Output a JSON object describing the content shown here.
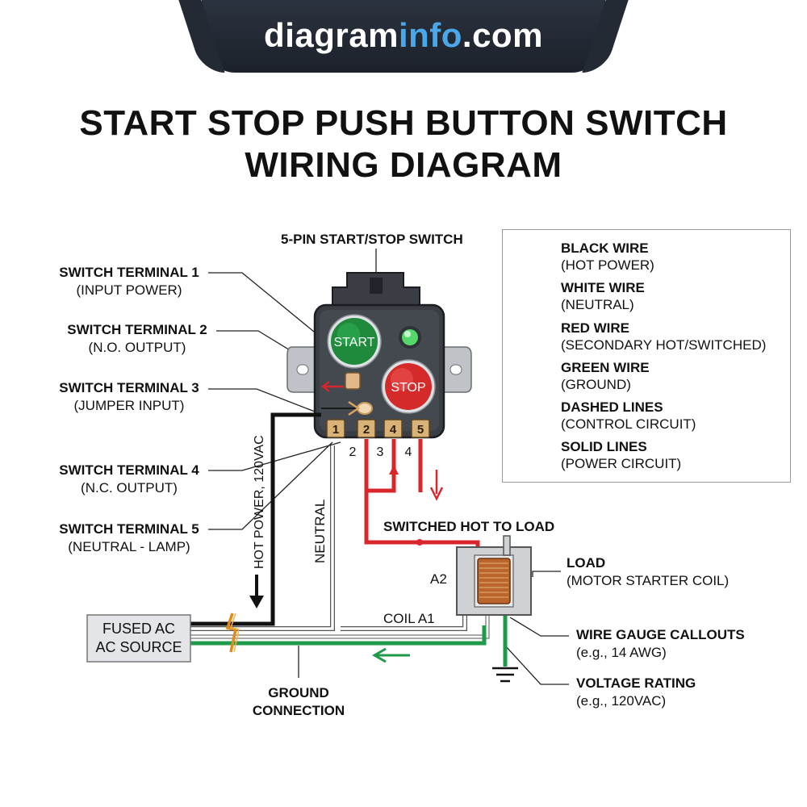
{
  "brand": {
    "part1": "diagram",
    "part2": "info",
    "part3": ".com"
  },
  "title": {
    "line1": "START STOP PUSH BUTTON SWITCH",
    "line2": "WIRING DIAGRAM"
  },
  "switch_label": "5-PIN START/STOP SWITCH",
  "buttons": {
    "start": "START",
    "stop": "STOP"
  },
  "pins": [
    "1",
    "2",
    "4",
    "5"
  ],
  "pin_subnumbers": [
    "2",
    "3",
    "4"
  ],
  "callouts": {
    "t1": {
      "title": "SWITCH TERMINAL 1",
      "sub": "(INPUT POWER)"
    },
    "t2": {
      "title": "SWITCH TERMINAL 2",
      "sub": "(N.O. OUTPUT)"
    },
    "t3": {
      "title": "SWITCH TERMINAL 3",
      "sub": "(JUMPER INPUT)"
    },
    "t4": {
      "title": "SWITCH TERMINAL 4",
      "sub": "(N.C. OUTPUT)"
    },
    "t5": {
      "title": "SWITCH TERMINAL 5",
      "sub": "(NEUTRAL - LAMP)"
    }
  },
  "wire_labels": {
    "hot_power": "HOT POWER, 120VAC",
    "neutral": "NEUTRAL",
    "switched_hot": "SWITCHED HOT TO LOAD",
    "coil_a1": "COIL A1",
    "a2": "A2"
  },
  "source": {
    "line1": "FUSED AC",
    "line2": "AC SOURCE"
  },
  "ground_connection": {
    "line1": "GROUND",
    "line2": "CONNECTION"
  },
  "load": {
    "title": "LOAD",
    "sub": "(MOTOR STARTER COIL)"
  },
  "wire_gauge": {
    "title": "WIRE GAUGE CALLOUTS",
    "sub": "(e.g., 14 AWG)"
  },
  "voltage": {
    "title": "VOLTAGE RATING",
    "sub": "(e.g., 120VAC)"
  },
  "legend": [
    {
      "title": "BLACK WIRE",
      "sub": "(HOT POWER)",
      "style": "black"
    },
    {
      "title": "WHITE WIRE",
      "sub": "(NEUTRAL)",
      "style": "white"
    },
    {
      "title": "RED WIRE",
      "sub": "(SECONDARY HOT/SWITCHED)",
      "style": "red"
    },
    {
      "title": "GREEN WIRE",
      "sub": "(GROUND)",
      "style": "green"
    },
    {
      "title": "DASHED LINES",
      "sub": "(CONTROL CIRCUIT)",
      "style": "dashed"
    },
    {
      "title": "SOLID LINES",
      "sub": "(POWER CIRCUIT)",
      "style": "solid"
    }
  ],
  "colors": {
    "black_wire": "#111111",
    "white_wire": "#ffffff",
    "red_wire": "#d8262b",
    "green_wire": "#1e9a4a",
    "start_button": "#1f8a3c",
    "stop_button": "#d42a2a",
    "pin_tab": "#d9b277",
    "switch_body": "#3a3e44",
    "brand_accent": "#4aa8e8"
  }
}
